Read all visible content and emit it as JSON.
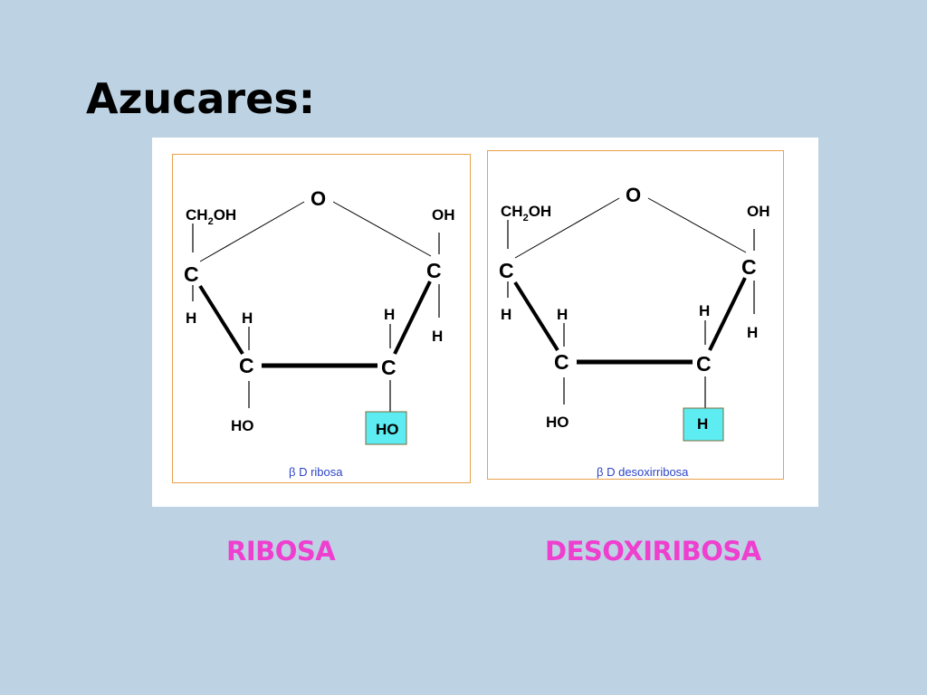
{
  "slide": {
    "title": "Azucares:"
  },
  "diagrams": [
    {
      "molecule_label": "RIBOSA",
      "caption": "β D ribosa",
      "atoms": {
        "ring_oxygen": "O",
        "ch2oh": "CH",
        "ch2oh_sub": "2",
        "ch2oh_tail": "OH",
        "c1": "C",
        "c1_oh": "OH",
        "c1_h": "H",
        "c2": "C",
        "c2_h": "H",
        "c2_sub": "HO",
        "c3": "C",
        "c3_h": "H",
        "c3_ho": "HO",
        "c4": "C",
        "c4_h": "H"
      }
    },
    {
      "molecule_label": "DESOXIRIBOSA",
      "caption": "β D desoxirribosa",
      "atoms": {
        "ring_oxygen": "O",
        "ch2oh": "CH",
        "ch2oh_sub": "2",
        "ch2oh_tail": "OH",
        "c1": "C",
        "c1_oh": "OH",
        "c1_h": "H",
        "c2": "C",
        "c2_h": "H",
        "c2_sub": "H",
        "c3": "C",
        "c3_h": "H",
        "c3_ho": "HO",
        "c4": "C",
        "c4_h": "H"
      }
    }
  ],
  "colors": {
    "background": "#bdd3e4",
    "highlight_box": "#5cecf2",
    "label_pink": "#ee3fcf",
    "caption_blue": "#2c45c8",
    "frame_orange": "#e8a24a"
  }
}
